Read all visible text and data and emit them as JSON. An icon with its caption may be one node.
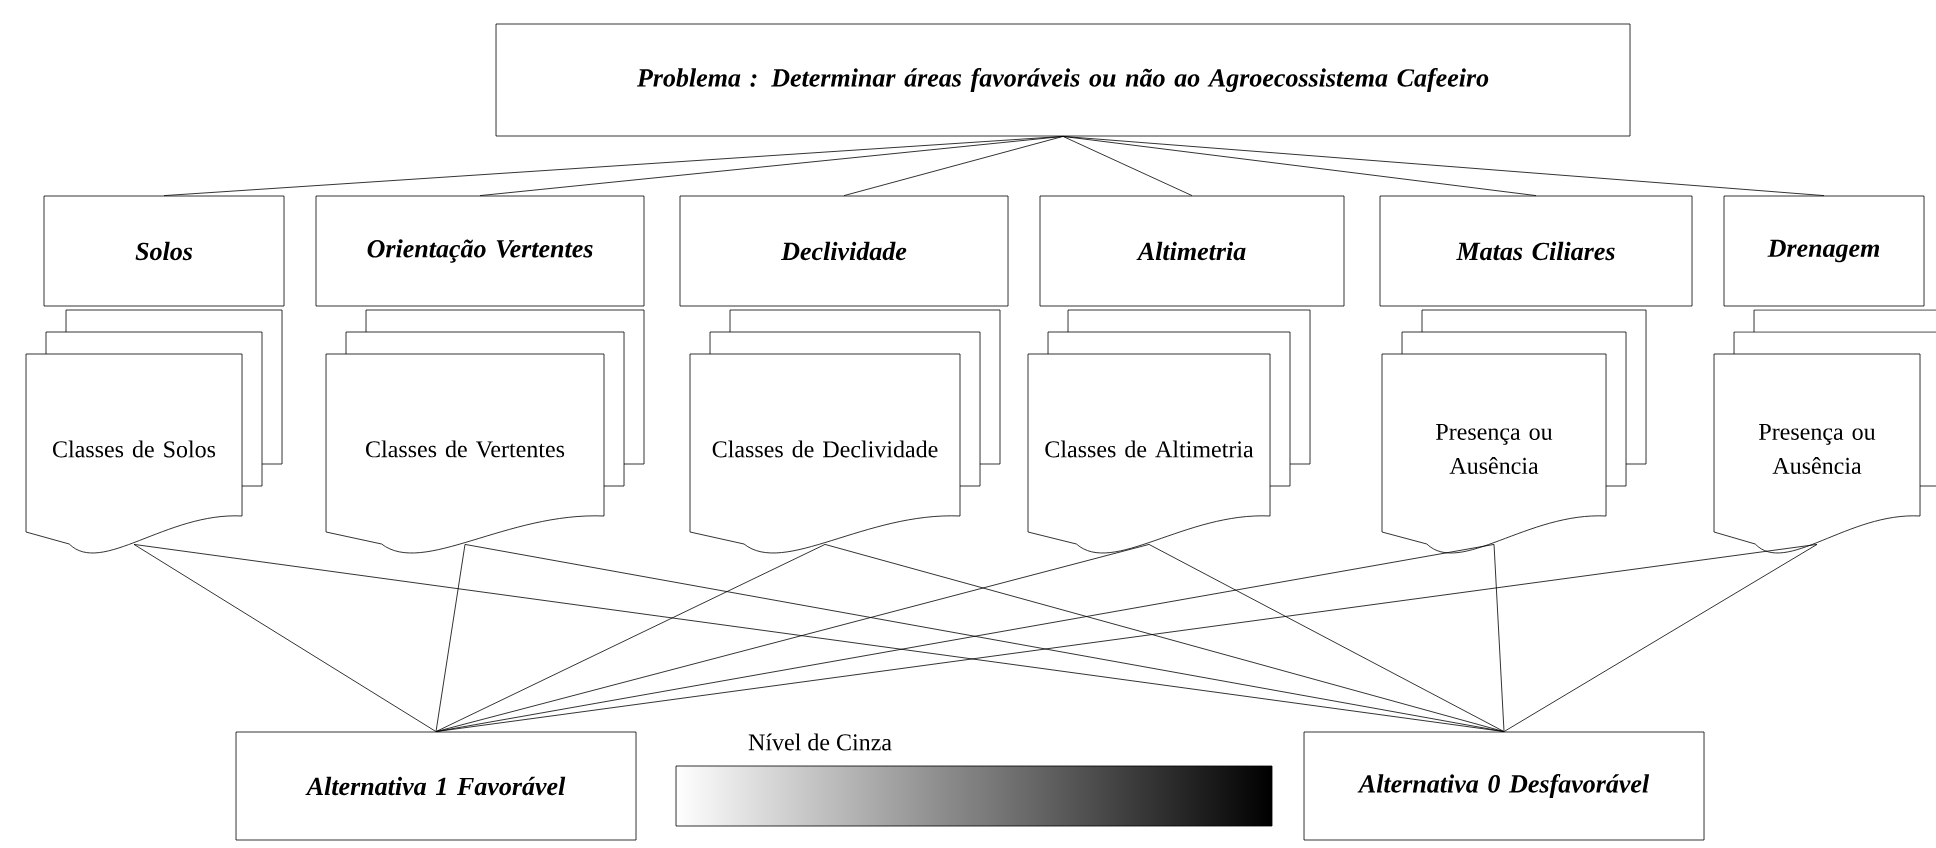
{
  "diagram": {
    "nodes": [
      {
        "text": [
          "Problema : Determinar áreas favoráveis ou não ao Agroecossistema Cafeeiro"
        ]
      },
      {
        "text": [
          "Solos"
        ]
      },
      {
        "text": [
          "Orientação Vertentes"
        ]
      },
      {
        "text": [
          "Declividade"
        ]
      },
      {
        "text": [
          "Altimetria"
        ]
      },
      {
        "text": [
          "Matas Ciliares"
        ]
      },
      {
        "text": [
          "Drenagem"
        ]
      },
      {
        "text": [
          "Classes de Solos"
        ]
      },
      {
        "text": [
          "Classes de Vertentes"
        ]
      },
      {
        "text": [
          "Classes de Declividade"
        ]
      },
      {
        "text": [
          "Classes de Altimetria"
        ]
      },
      {
        "text": [
          "Presença ou Ausência"
        ]
      },
      {
        "text": [
          "Presença ou Ausência"
        ]
      },
      {
        "text": [
          "Alternativa 1 Favorável"
        ]
      },
      {
        "text": [
          "Alternativa 0 Desfavorável"
        ]
      }
    ],
    "edges": [
      {
        "from": 0,
        "to": 1,
        "arrow": "none"
      },
      {
        "from": 0,
        "to": 2,
        "arrow": "none"
      },
      {
        "from": 0,
        "to": 3,
        "arrow": "none"
      },
      {
        "from": 0,
        "to": 4,
        "arrow": "none"
      },
      {
        "from": 0,
        "to": 5,
        "arrow": "none"
      },
      {
        "from": 0,
        "to": 6,
        "arrow": "none"
      },
      {
        "from": 7,
        "to": 13,
        "arrow": "none"
      },
      {
        "from": 7,
        "to": 14,
        "arrow": "none"
      },
      {
        "from": 8,
        "to": 13,
        "arrow": "none"
      },
      {
        "from": 8,
        "to": 14,
        "arrow": "none"
      },
      {
        "from": 9,
        "to": 13,
        "arrow": "none"
      },
      {
        "from": 9,
        "to": 14,
        "arrow": "none"
      },
      {
        "from": 10,
        "to": 13,
        "arrow": "none"
      },
      {
        "from": 10,
        "to": 14,
        "arrow": "none"
      },
      {
        "from": 11,
        "to": 13,
        "arrow": "none"
      },
      {
        "from": 11,
        "to": 14,
        "arrow": "none"
      },
      {
        "from": 12,
        "to": 13,
        "arrow": "none"
      },
      {
        "from": 12,
        "to": 14,
        "arrow": "none"
      }
    ],
    "labels": [
      "Nível de Cinza"
    ]
  }
}
